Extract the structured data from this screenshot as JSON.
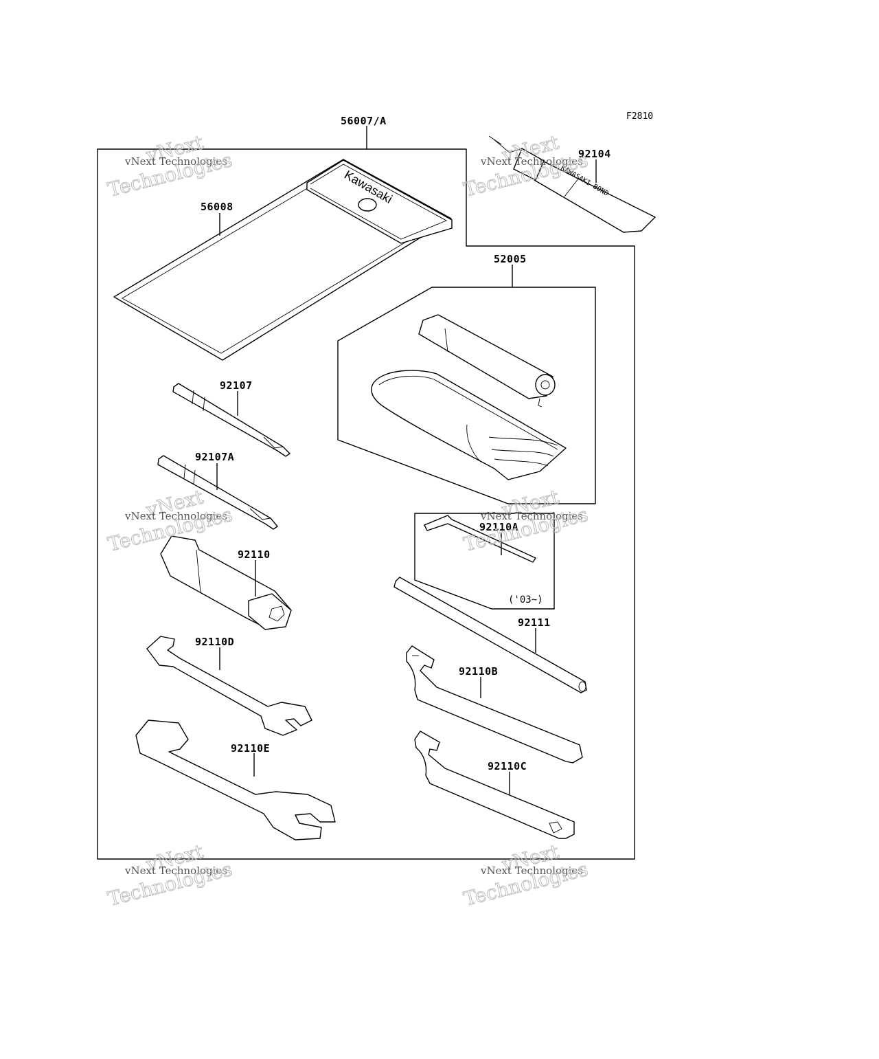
{
  "figure_code": "F2810",
  "brand_mark": "Kawasaki",
  "tube_marking": "KAWASAKI BOND",
  "year_note": "('03~)",
  "parts": [
    {
      "id": "p-56007",
      "number": "56007/A"
    },
    {
      "id": "p-56008",
      "number": "56008"
    },
    {
      "id": "p-92104",
      "number": "92104"
    },
    {
      "id": "p-52005",
      "number": "52005"
    },
    {
      "id": "p-92107",
      "number": "92107"
    },
    {
      "id": "p-92107A",
      "number": "92107A"
    },
    {
      "id": "p-92110",
      "number": "92110"
    },
    {
      "id": "p-92110A",
      "number": "92110A"
    },
    {
      "id": "p-92111",
      "number": "92111"
    },
    {
      "id": "p-92110D",
      "number": "92110D"
    },
    {
      "id": "p-92110B",
      "number": "92110B"
    },
    {
      "id": "p-92110E",
      "number": "92110E"
    },
    {
      "id": "p-92110C",
      "number": "92110C"
    }
  ],
  "watermark": {
    "line1": "vNext Technologies",
    "big_top": "vNext",
    "big_bottom": "Technologies"
  }
}
